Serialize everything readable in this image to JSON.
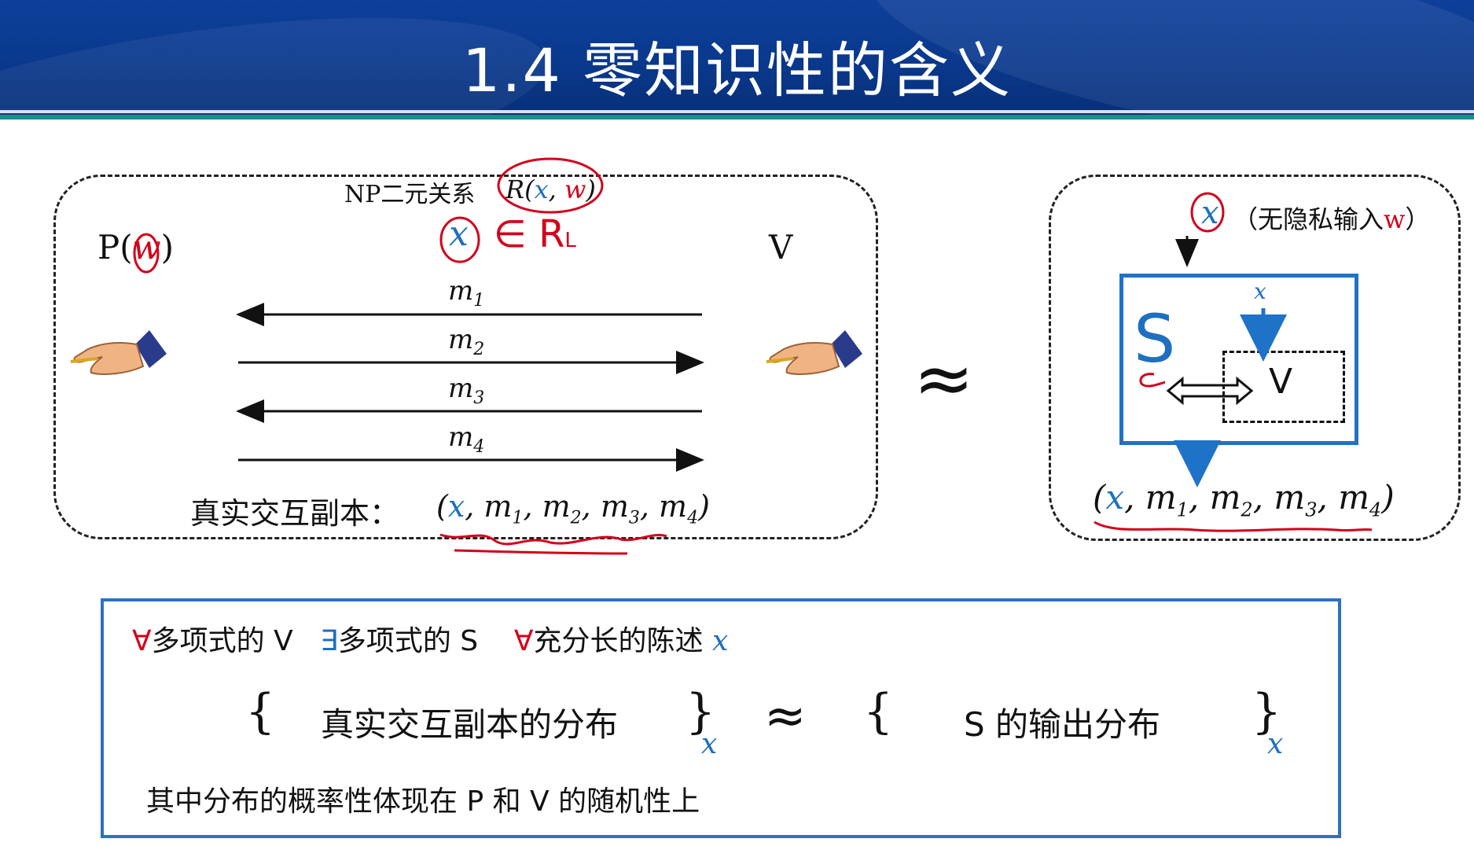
{
  "slide": {
    "title": "1.4 零知识性的含义"
  },
  "left_panel": {
    "np_label": "NP二元关系",
    "relation": "R(x, w)",
    "prover_label": "P(w)",
    "verifier_label": "V",
    "membership_x": "x",
    "membership_rest": "∈ R",
    "membership_sub": "L",
    "messages": [
      "m1",
      "m2",
      "m3",
      "m4"
    ],
    "transcript_label": "真实交互副本：",
    "transcript_value": "(x, m1, m2, m3, m4)"
  },
  "approx_symbol": "≈",
  "right_panel": {
    "input_x": "x",
    "input_note": "（无隐私输入w）",
    "simulator_label": "S",
    "inner_x": "x",
    "inner_v": "V",
    "output": "(x, m1, m2, m3, m4)"
  },
  "bottom_panel": {
    "forall1": "∀",
    "poly_v": "多项式的 V",
    "exists": "∃",
    "poly_s": "多项式的 S",
    "forall2": "∀",
    "long_stmt": "充分长的陈述",
    "stmt_x": "x",
    "left_open": "{",
    "left_set": "真实交互副本的分布",
    "left_close": "}",
    "left_sub": "x",
    "approx": "≈",
    "right_open": "{",
    "right_set": "S 的输出分布",
    "right_close": "}",
    "right_sub": "x",
    "note": "其中分布的概率性体现在 P 和 V 的随机性上"
  },
  "colors": {
    "header_blue": "#0a3a8f",
    "accent_blue": "#1e6fbf",
    "annotation_red": "#d3001b"
  }
}
